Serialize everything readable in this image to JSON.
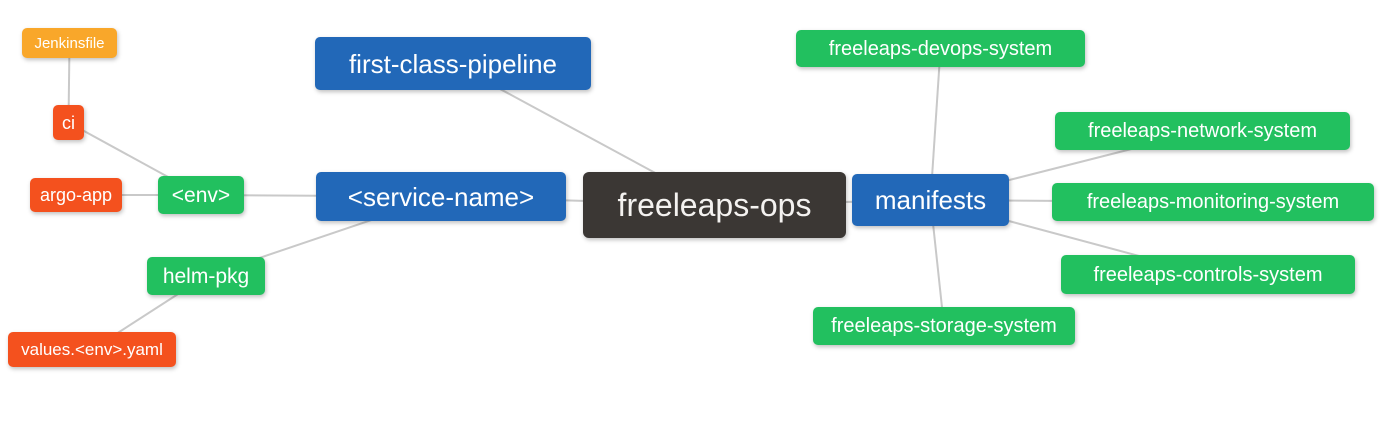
{
  "diagram": {
    "type": "mindmap",
    "background": "#ffffff",
    "palette": {
      "blue": "#2268b8",
      "green": "#22c05f",
      "red": "#f4511e",
      "orange": "#f9a72a",
      "dark": "#3b3734",
      "edge": "#c9c9c9",
      "text": "#ffffff"
    },
    "root_label": "freeleaps-ops",
    "nodes": [
      {
        "id": "jenkinsfile",
        "label": "Jenkinsfile",
        "color": "orange"
      },
      {
        "id": "ci",
        "label": "ci",
        "color": "red"
      },
      {
        "id": "argo-app",
        "label": "argo-app",
        "color": "red"
      },
      {
        "id": "env",
        "label": "<env>",
        "color": "green"
      },
      {
        "id": "helm-pkg",
        "label": "helm-pkg",
        "color": "green"
      },
      {
        "id": "values-env-yaml",
        "label": "values.<env>.yaml",
        "color": "red"
      },
      {
        "id": "first-class-pipeline",
        "label": "first-class-pipeline",
        "color": "blue"
      },
      {
        "id": "service-name",
        "label": "<service-name>",
        "color": "blue"
      },
      {
        "id": "freeleaps-ops",
        "label": "freeleaps-ops",
        "color": "dark"
      },
      {
        "id": "manifests",
        "label": "manifests",
        "color": "blue"
      },
      {
        "id": "freeleaps-devops-system",
        "label": "freeleaps-devops-system",
        "color": "green"
      },
      {
        "id": "freeleaps-network-system",
        "label": "freeleaps-network-system",
        "color": "green"
      },
      {
        "id": "freeleaps-monitoring-system",
        "label": "freeleaps-monitoring-system",
        "color": "green"
      },
      {
        "id": "freeleaps-controls-system",
        "label": "freeleaps-controls-system",
        "color": "green"
      },
      {
        "id": "freeleaps-storage-system",
        "label": "freeleaps-storage-system",
        "color": "green"
      }
    ],
    "edges": [
      [
        "jenkinsfile",
        "ci"
      ],
      [
        "ci",
        "env"
      ],
      [
        "argo-app",
        "env"
      ],
      [
        "env",
        "service-name"
      ],
      [
        "helm-pkg",
        "service-name"
      ],
      [
        "values-env-yaml",
        "helm-pkg"
      ],
      [
        "first-class-pipeline",
        "freeleaps-ops"
      ],
      [
        "service-name",
        "freeleaps-ops"
      ],
      [
        "freeleaps-ops",
        "manifests"
      ],
      [
        "manifests",
        "freeleaps-devops-system"
      ],
      [
        "manifests",
        "freeleaps-network-system"
      ],
      [
        "manifests",
        "freeleaps-monitoring-system"
      ],
      [
        "manifests",
        "freeleaps-controls-system"
      ],
      [
        "manifests",
        "freeleaps-storage-system"
      ]
    ]
  }
}
